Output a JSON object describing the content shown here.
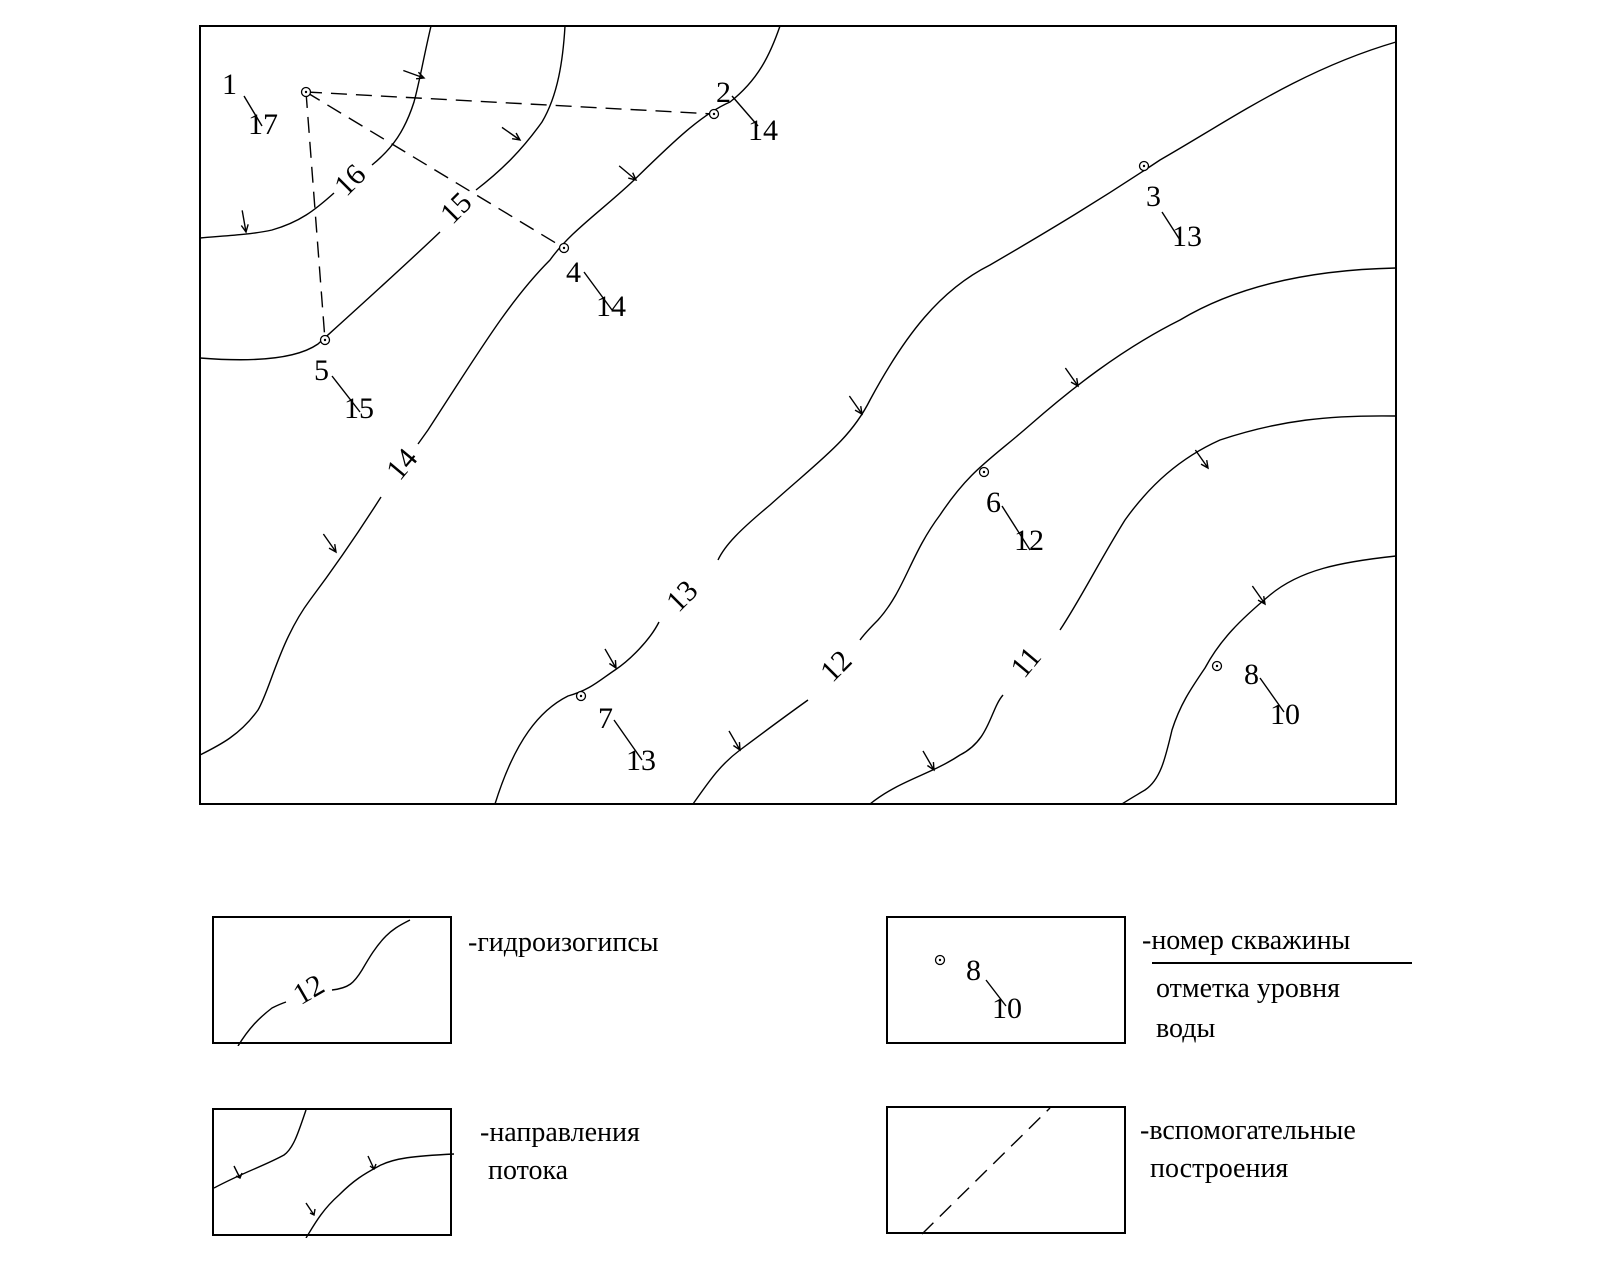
{
  "map": {
    "contours": [
      {
        "label": "16"
      },
      {
        "label": "15"
      },
      {
        "label": "14"
      },
      {
        "label": "13"
      },
      {
        "label": "12"
      },
      {
        "label": "11"
      }
    ],
    "wells": [
      {
        "number": "1",
        "level": "17"
      },
      {
        "number": "2",
        "level": "14"
      },
      {
        "number": "3",
        "level": "13"
      },
      {
        "number": "4",
        "level": "14"
      },
      {
        "number": "5",
        "level": "15"
      },
      {
        "number": "6",
        "level": "12"
      },
      {
        "number": "7",
        "level": "13"
      },
      {
        "number": "8",
        "level": "10"
      }
    ]
  },
  "legend": {
    "hydroisohypse": {
      "sample_label": "12",
      "text": "-гидроизогипсы"
    },
    "well": {
      "number": "8",
      "level": "10",
      "text_top": "-номер скважины",
      "text_bottom_1": "отметка уровня",
      "text_bottom_2": "воды"
    },
    "flow": {
      "text_1": "-направления",
      "text_2": "потока"
    },
    "auxiliary": {
      "text_1": "-вспомогательные",
      "text_2": "построения"
    }
  }
}
